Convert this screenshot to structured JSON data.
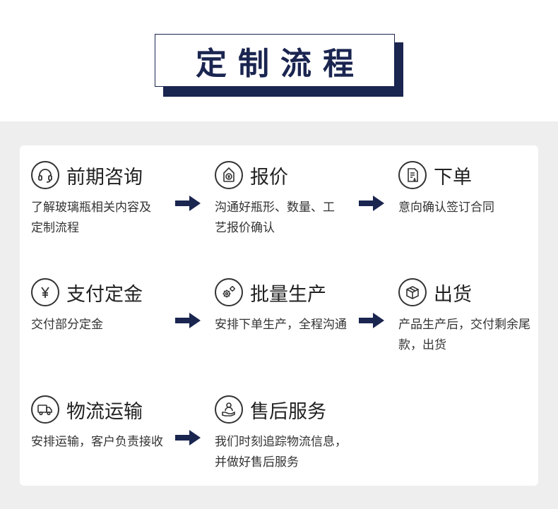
{
  "header": {
    "title": "定制流程"
  },
  "steps": [
    {
      "title": "前期咨询",
      "desc": "了解玻璃瓶相关内容及定制流程",
      "icon": "headset-icon"
    },
    {
      "title": "报价",
      "desc": "沟通好瓶形、数量、工艺报价确认",
      "icon": "price-tag-icon"
    },
    {
      "title": "下单",
      "desc": "意向确认签订合同",
      "icon": "document-icon"
    },
    {
      "title": "支付定金",
      "desc": "交付部分定金",
      "icon": "yen-icon"
    },
    {
      "title": "批量生产",
      "desc": "安排下单生产，全程沟通",
      "icon": "gears-icon"
    },
    {
      "title": "出货",
      "desc": "产品生产后，交付剩余尾款，出货",
      "icon": "box-icon"
    },
    {
      "title": "物流运输",
      "desc": "安排运输，客户负责接收",
      "icon": "truck-icon"
    },
    {
      "title": "售后服务",
      "desc": "我们时刻追踪物流信息，并做好售后服务",
      "icon": "service-hand-icon"
    }
  ],
  "colors": {
    "accent": "#1a2550",
    "card_bg": "#ffffff",
    "page_bg": "#eeeeee"
  }
}
